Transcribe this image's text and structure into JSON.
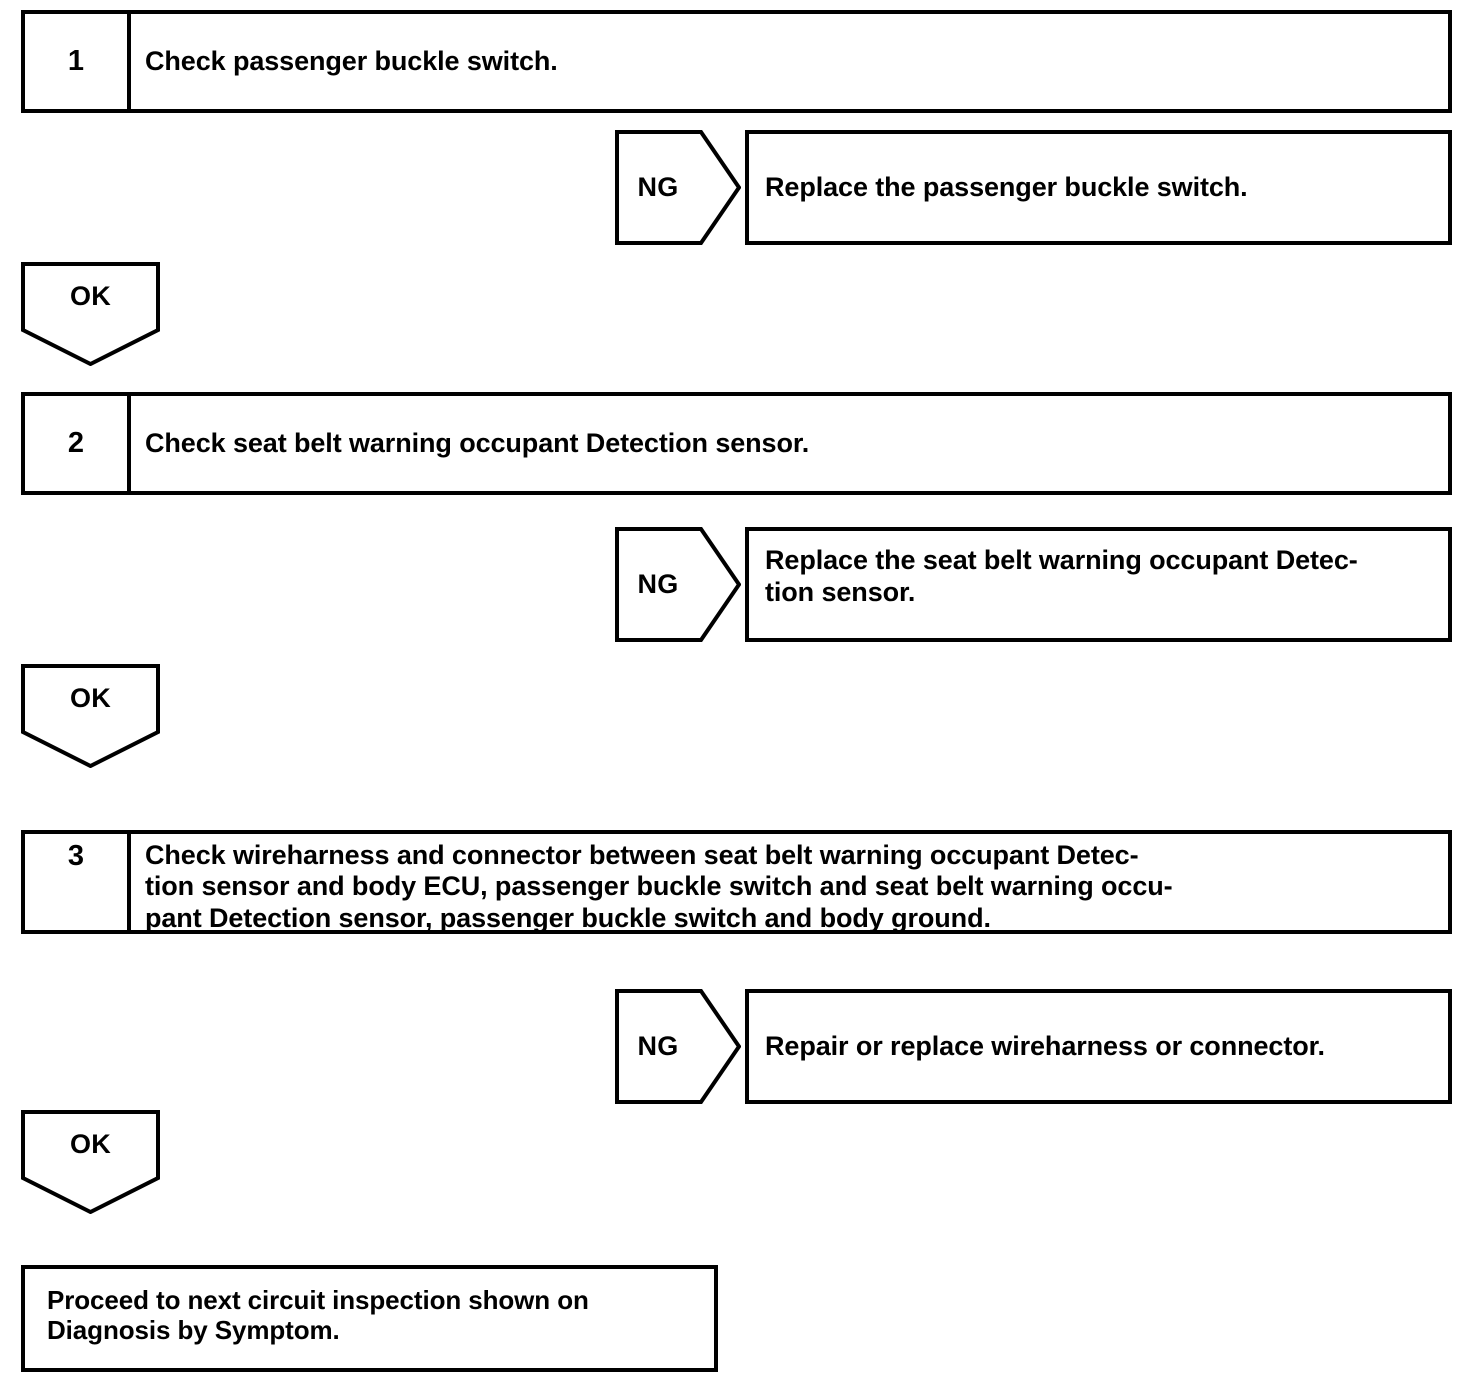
{
  "diagram": {
    "type": "troubleshooting-flowchart",
    "title": "Seat belt warning circuit inspection flow",
    "labels": {
      "ok": "OK",
      "ng": "NG"
    },
    "steps": [
      {
        "number": "1",
        "text": "Check passenger buckle switch.",
        "ng_result": "Replace the passenger buckle switch."
      },
      {
        "number": "2",
        "text": "Check seat belt warning occupant Detection sensor.",
        "ng_result": "Replace the seat belt warning occupant Detec-\ntion sensor."
      },
      {
        "number": "3",
        "text": "Check wireharness and connector between seat belt warning occupant Detec-\ntion sensor and body ECU, passenger buckle switch and seat belt warning occu-\npant Detection sensor, passenger buckle switch and body ground.",
        "ng_result": "Repair or replace wireharness or connector."
      }
    ],
    "final": {
      "text": "Proceed to next circuit inspection shown on\nDiagnosis by Symptom."
    },
    "colors": {
      "stroke": "#000000",
      "fill": "#ffffff",
      "text": "#000000"
    }
  }
}
